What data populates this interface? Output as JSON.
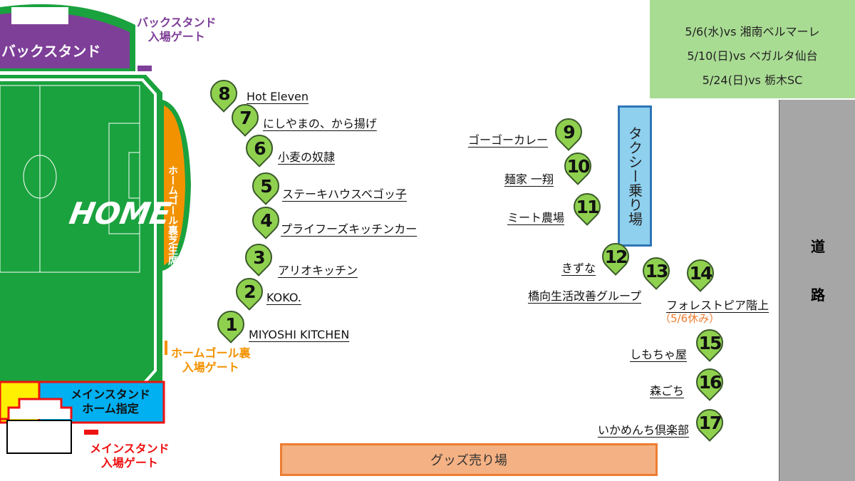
{
  "schedule": [
    "5/6(水)vs 湘南ベルマーレ",
    "5/10(日)vs ベガルタ仙台",
    "5/24(日)vs 栃木SC"
  ],
  "stadium": {
    "back_stand": "バックスタンド",
    "back_gate": [
      "バックスタンド",
      "入場ゲート"
    ],
    "home_goal_seat": "ホームゴール裏芝生席",
    "home_text": "HOME",
    "home_gate": [
      "ホームゴール裏",
      "入場ゲート"
    ],
    "main_home": [
      "メインスタンド",
      "ホーム指定"
    ],
    "main_gate": [
      "メインスタンド",
      "入場ゲート"
    ]
  },
  "taxi": "タクシー乗り場",
  "road": [
    "道",
    "路"
  ],
  "goods": "グッズ売り場",
  "shops": [
    {
      "n": "1",
      "name": "MIYOSHI KITCHEN"
    },
    {
      "n": "2",
      "name": "KOKO."
    },
    {
      "n": "3",
      "name": "アリオキッチン"
    },
    {
      "n": "4",
      "name": "プライフーズキッチンカー"
    },
    {
      "n": "5",
      "name": "ステーキハウスベゴッ子"
    },
    {
      "n": "6",
      "name": "小麦の奴隷"
    },
    {
      "n": "7",
      "name": "にしやまの、から揚げ"
    },
    {
      "n": "8",
      "name": "Hot Eleven"
    },
    {
      "n": "9",
      "name": "ゴーゴーカレー"
    },
    {
      "n": "10",
      "name": "麺家 一翔"
    },
    {
      "n": "11",
      "name": "ミート農場"
    },
    {
      "n": "12",
      "name": "きずな"
    },
    {
      "n": "13",
      "name": "橋向生活改善グループ"
    },
    {
      "n": "14",
      "name": "フォレストピア階上",
      "note": "（5/6休み）"
    },
    {
      "n": "15",
      "name": "しもちゃ屋"
    },
    {
      "n": "16",
      "name": "森ごち"
    },
    {
      "n": "17",
      "name": "いかめんち倶楽部"
    }
  ]
}
